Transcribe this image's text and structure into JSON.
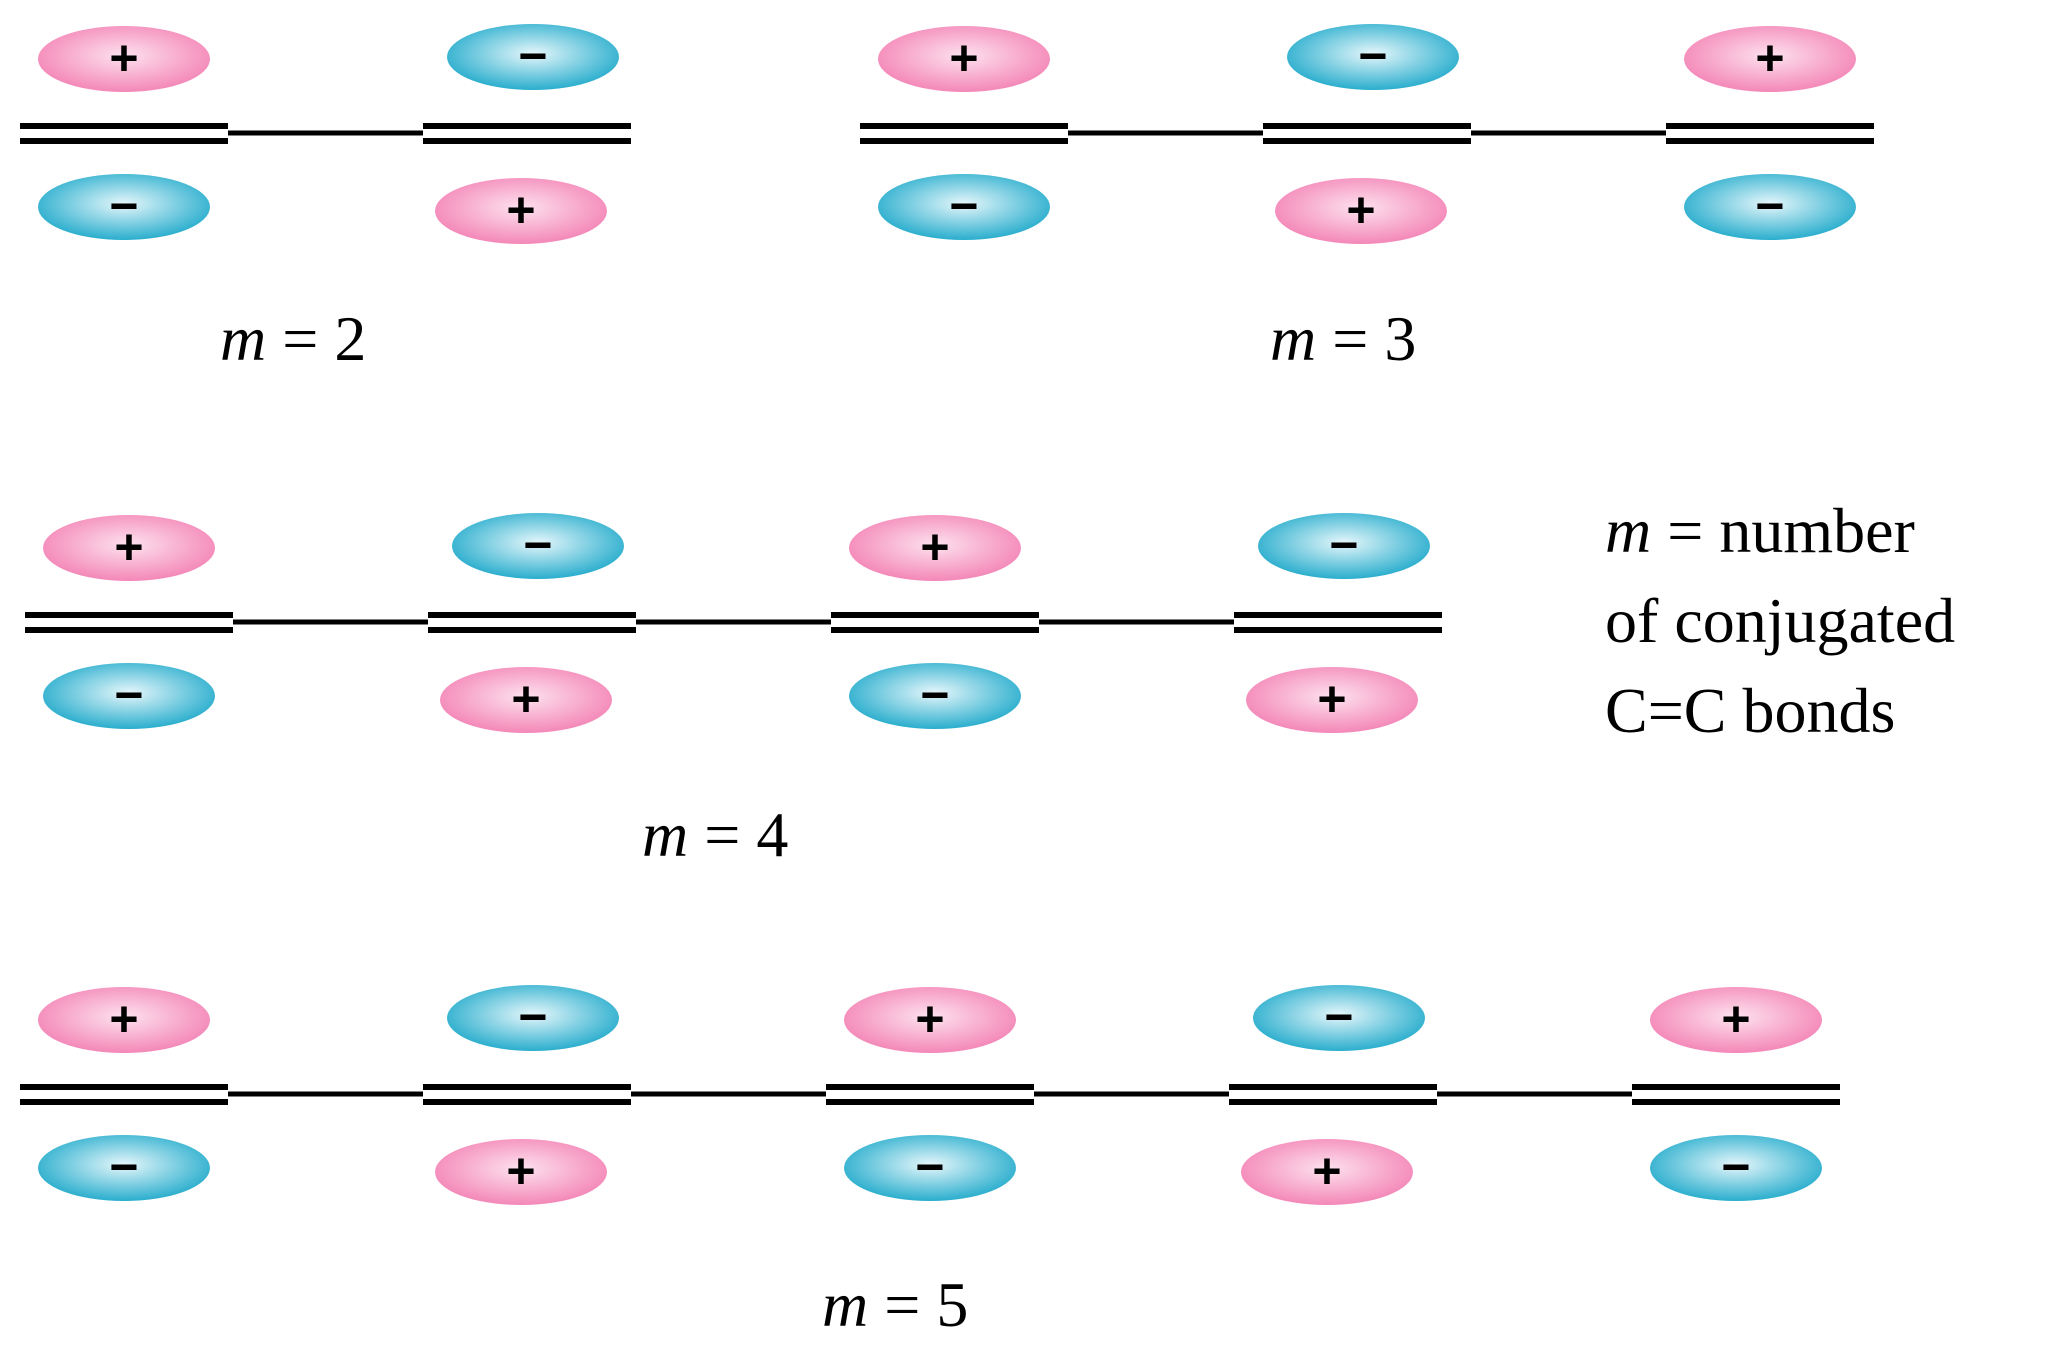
{
  "signs": {
    "plus": "+",
    "minus": "−"
  },
  "colors": {
    "positive_lobe": "#f37fb3",
    "positive_lobe_light": "#fde2ee",
    "negative_lobe": "#19a7c9",
    "negative_lobe_light": "#e6f7fb",
    "bond": "#000000"
  },
  "rows": [
    {
      "m_symbol": "m",
      "equals": " = ",
      "m_value": "2",
      "top_signs": [
        "+",
        "−"
      ]
    },
    {
      "m_symbol": "m",
      "equals": " = ",
      "m_value": "3",
      "top_signs": [
        "+",
        "−",
        "+"
      ]
    },
    {
      "m_symbol": "m",
      "equals": " = ",
      "m_value": "4",
      "top_signs": [
        "+",
        "−",
        "+",
        "−"
      ]
    },
    {
      "m_symbol": "m",
      "equals": " = ",
      "m_value": "5",
      "top_signs": [
        "+",
        "−",
        "+",
        "−",
        "+"
      ]
    }
  ],
  "legend": {
    "m_symbol": "m",
    "line1_rest": " = number",
    "line2": "of conjugated",
    "line3": "C=C bonds"
  }
}
